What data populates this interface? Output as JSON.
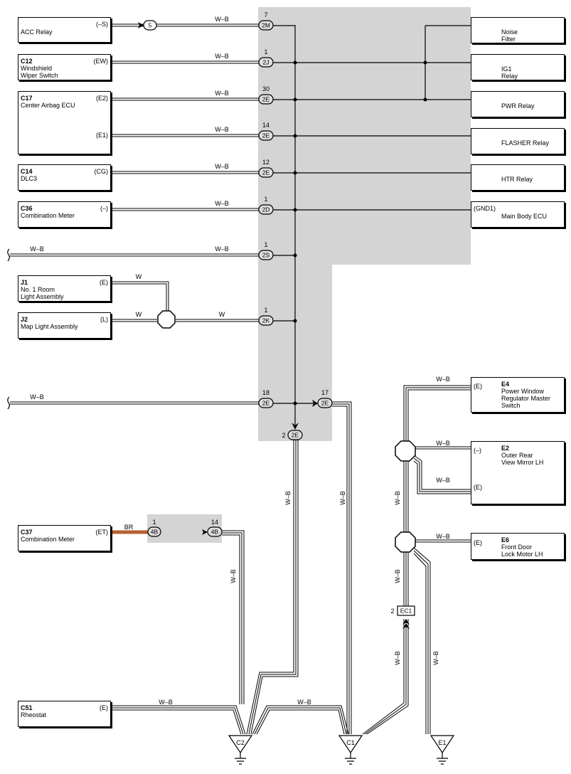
{
  "components": {
    "acc_relay": {
      "code": "",
      "name": "ACC Relay",
      "pin": "(–S)"
    },
    "c12": {
      "code": "C12",
      "name": "Windshield\nWiper Switch",
      "pin": "(EW)"
    },
    "c17": {
      "code": "C17",
      "name": "Center Airbag ECU",
      "pin1": "(E2)",
      "pin2": "(E1)"
    },
    "c14": {
      "code": "C14",
      "name": "DLC3",
      "pin": "(CG)"
    },
    "c36": {
      "code": "C36",
      "name": "Combination Meter",
      "pin": "(–)"
    },
    "j1": {
      "code": "J1",
      "name": "No. 1 Room\nLight Assembly",
      "pin": "(E)"
    },
    "j2": {
      "code": "J2",
      "name": "Map Light Assembly",
      "pin": "(L)"
    },
    "c37": {
      "code": "C37",
      "name": "Combination Meter",
      "pin": "(ET)"
    },
    "c51": {
      "code": "C51",
      "name": "Rheostat",
      "pin": "(E)"
    },
    "noise_filter": {
      "name": "Noise\nFilter"
    },
    "ig1_relay": {
      "name": "IG1\nRelay"
    },
    "pwr_relay": {
      "name": "PWR Relay"
    },
    "flasher_relay": {
      "name": "FLASHER Relay"
    },
    "htr_relay": {
      "name": "HTR Relay"
    },
    "main_body_ecu": {
      "name": "Main Body ECU",
      "pin": "(GND1)"
    },
    "e4": {
      "code": "E4",
      "name": "Power Window\nRegulator Master\nSwitch",
      "pin": "(E)"
    },
    "e2": {
      "code": "E2",
      "name": "Outer Rear\nView Mirror LH",
      "pin1": "(–)",
      "pin2": "(E)"
    },
    "e6": {
      "code": "E6",
      "name": "Front Door\nLock Motor LH",
      "pin": "(E)"
    }
  },
  "connectors": {
    "c_5": {
      "label": "5"
    },
    "c_2m": {
      "label": "2M",
      "pin": "7"
    },
    "c_2j": {
      "label": "2J",
      "pin": "1"
    },
    "c_2e_30": {
      "label": "2E",
      "pin": "30"
    },
    "c_2e_14": {
      "label": "2E",
      "pin": "14"
    },
    "c_2e_12": {
      "label": "2E",
      "pin": "12"
    },
    "c_2d": {
      "label": "2D",
      "pin": "1"
    },
    "c_2s": {
      "label": "2S",
      "pin": "1"
    },
    "c_2k": {
      "label": "2K",
      "pin": "1"
    },
    "c_2e_18": {
      "label": "2E",
      "pin": "18"
    },
    "c_2e_17": {
      "label": "2E",
      "pin": "17"
    },
    "c_2e_2": {
      "label": "2E",
      "pin": "2"
    },
    "c_4b_1": {
      "label": "4B",
      "pin": "1"
    },
    "c_4b_14": {
      "label": "4B",
      "pin": "14"
    },
    "c_ec1": {
      "label": "EC1",
      "pin": "2"
    }
  },
  "wires": {
    "wb": "W–B",
    "w": "W",
    "br": "BR"
  },
  "grounds": {
    "c2": "C2",
    "c1": "C1",
    "e1": "E1"
  },
  "colors": {
    "shade": "#d4d4d4",
    "wire_br": "#b5602f",
    "line": "#000000"
  }
}
